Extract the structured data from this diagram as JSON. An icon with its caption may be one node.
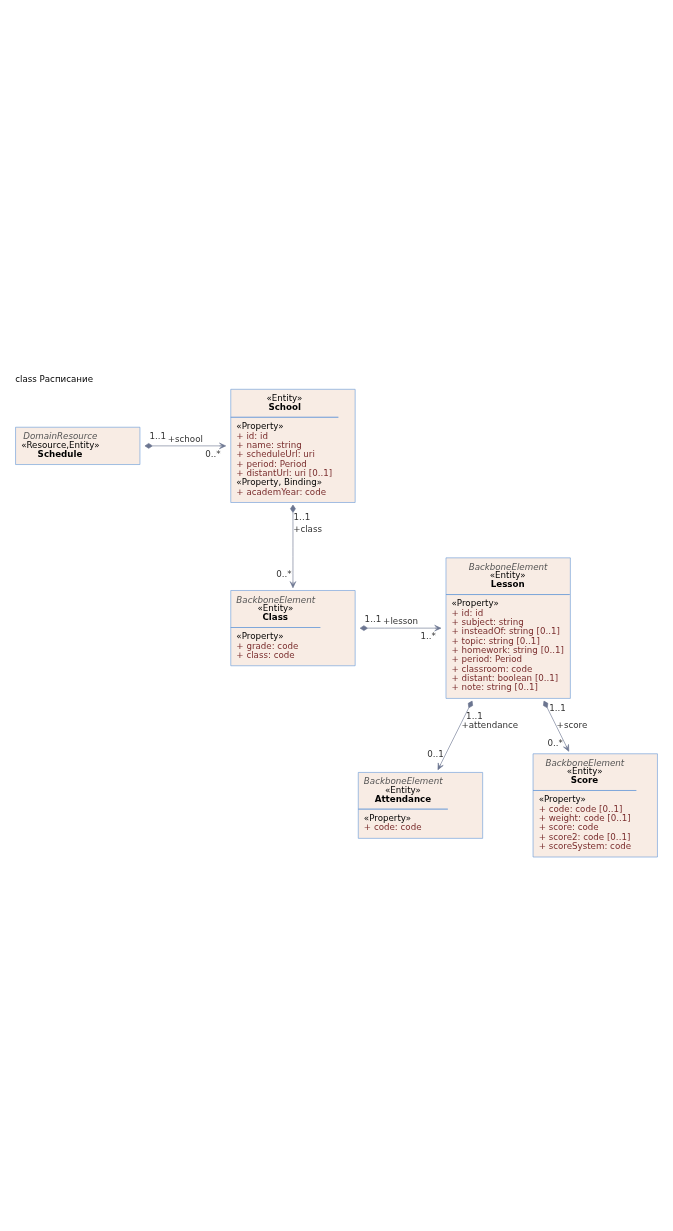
{
  "diagram": {
    "title": "class Расписание",
    "nodes": [
      {
        "text": [
          "DomainResource",
          "«Resource,Entity»",
          "Schedule"
        ]
      },
      {
        "text": [
          "«Entity»",
          "School",
          "«Property»",
          "+ id: id",
          "+ name: string",
          "+ scheduleUrl: uri",
          "+ period: Period",
          "+ distantUrl: uri [0..1]",
          "«Property, Binding»",
          "+ academYear: code"
        ]
      },
      {
        "text": [
          "BackboneElement",
          "«Entity»",
          "Class",
          "«Property»",
          "+ grade: code",
          "+ class: code"
        ]
      },
      {
        "text": [
          "BackboneElement",
          "«Entity»",
          "Lesson",
          "«Property»",
          "+ id: id",
          "+ subject: string",
          "+ insteadOf: string [0..1]",
          "+ topic: string [0..1]",
          "+ homework: string [0..1]",
          "+ period: Period",
          "+ classroom: code",
          "+ distant: boolean [0..1]",
          "+ note: string [0..1]"
        ]
      },
      {
        "text": [
          "BackboneElement",
          "«Entity»",
          "Attendance",
          "«Property»",
          "+ code: code"
        ]
      },
      {
        "text": [
          "BackboneElement",
          "«Entity»",
          "Score",
          "«Property»",
          "+ code: code [0..1]",
          "+ weight: code [0..1]",
          "+ score: code",
          "+ score2: code [0..1]",
          "+ scoreSystem: code"
        ]
      }
    ],
    "edges": [
      {
        "from": 0,
        "to": 1,
        "arrow": "to",
        "label": "+school"
      },
      {
        "from": 1,
        "to": 2,
        "arrow": "to",
        "label": "+class"
      },
      {
        "from": 2,
        "to": 3,
        "arrow": "to",
        "label": "+lesson"
      },
      {
        "from": 3,
        "to": 4,
        "arrow": "to",
        "label": "+attendance"
      },
      {
        "from": 3,
        "to": 5,
        "arrow": "to",
        "label": "+score"
      }
    ],
    "labels": [
      "1..1",
      "0..*",
      "1..1",
      "0..*",
      "1..1",
      "1..*",
      "1..1",
      "0..1",
      "1..1",
      "0..*"
    ]
  }
}
